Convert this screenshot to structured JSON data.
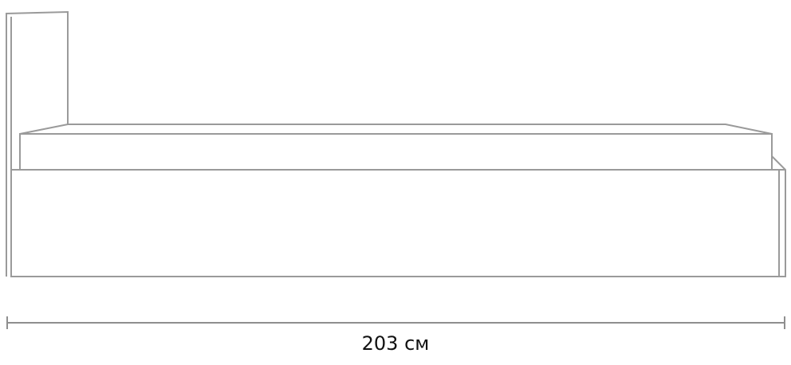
{
  "diagram": {
    "view": "side",
    "object": "bed",
    "dimension": {
      "label": "203 см",
      "value": 203,
      "unit": "см"
    },
    "stroke_color": "#9a9a9a",
    "text_color": "#111111"
  }
}
